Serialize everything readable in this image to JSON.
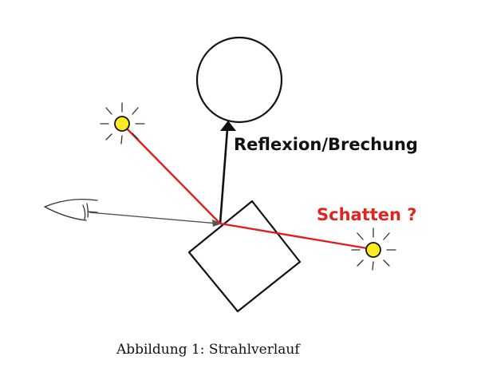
{
  "diagram": {
    "labels": {
      "reflection": "Reflexion/Brechung",
      "shadow": "Schatten ?"
    },
    "caption": "Abbildung 1: Strahlverlauf",
    "colors": {
      "ray_red": "#dd1f1f",
      "label_red": "#e0251f",
      "light_fill": "#ffec1f",
      "ink": "#111111",
      "eye_line": "#555555"
    },
    "icons": [
      "eye-icon",
      "light-source-icon",
      "sphere",
      "square-object"
    ]
  }
}
